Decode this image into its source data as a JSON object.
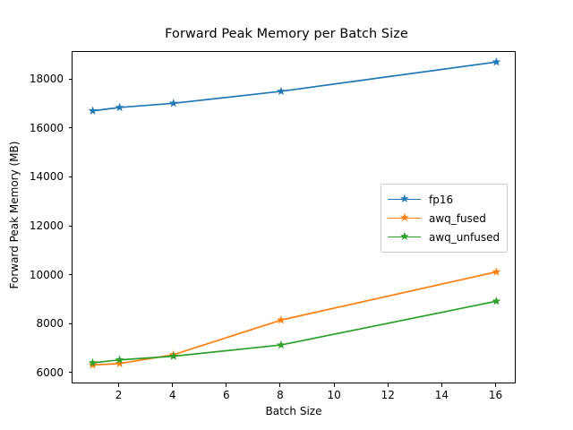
{
  "chart_data": {
    "type": "line",
    "title": "Forward Peak Memory per Batch Size",
    "xlabel": "Batch Size",
    "ylabel": "Forward Peak Memory (MB)",
    "x": [
      1,
      2,
      4,
      8,
      16
    ],
    "xlim": [
      0.25,
      16.75
    ],
    "ylim": [
      5550,
      19150
    ],
    "xticks": [
      2,
      4,
      6,
      8,
      10,
      12,
      14,
      16
    ],
    "xtick_labels": [
      "2",
      "4",
      "6",
      "8",
      "10",
      "12",
      "14",
      "16"
    ],
    "yticks": [
      6000,
      8000,
      10000,
      12000,
      14000,
      16000,
      18000
    ],
    "ytick_labels": [
      "6000",
      "8000",
      "10000",
      "12000",
      "14000",
      "16000",
      "18000"
    ],
    "grid": false,
    "legend_position": "center right",
    "marker": "star",
    "series": [
      {
        "name": "fp16",
        "color": "#1f77b4",
        "values": [
          16740,
          16880,
          17050,
          17540,
          18740
        ]
      },
      {
        "name": "awq_fused",
        "color": "#ff7f0e",
        "values": [
          6340,
          6400,
          6760,
          8180,
          10150
        ]
      },
      {
        "name": "awq_unfused",
        "color": "#2ca02c",
        "values": [
          6430,
          6550,
          6700,
          7160,
          8950
        ]
      }
    ]
  },
  "figure": {
    "background_color": "#ffffff",
    "axes_color": "#000000"
  }
}
